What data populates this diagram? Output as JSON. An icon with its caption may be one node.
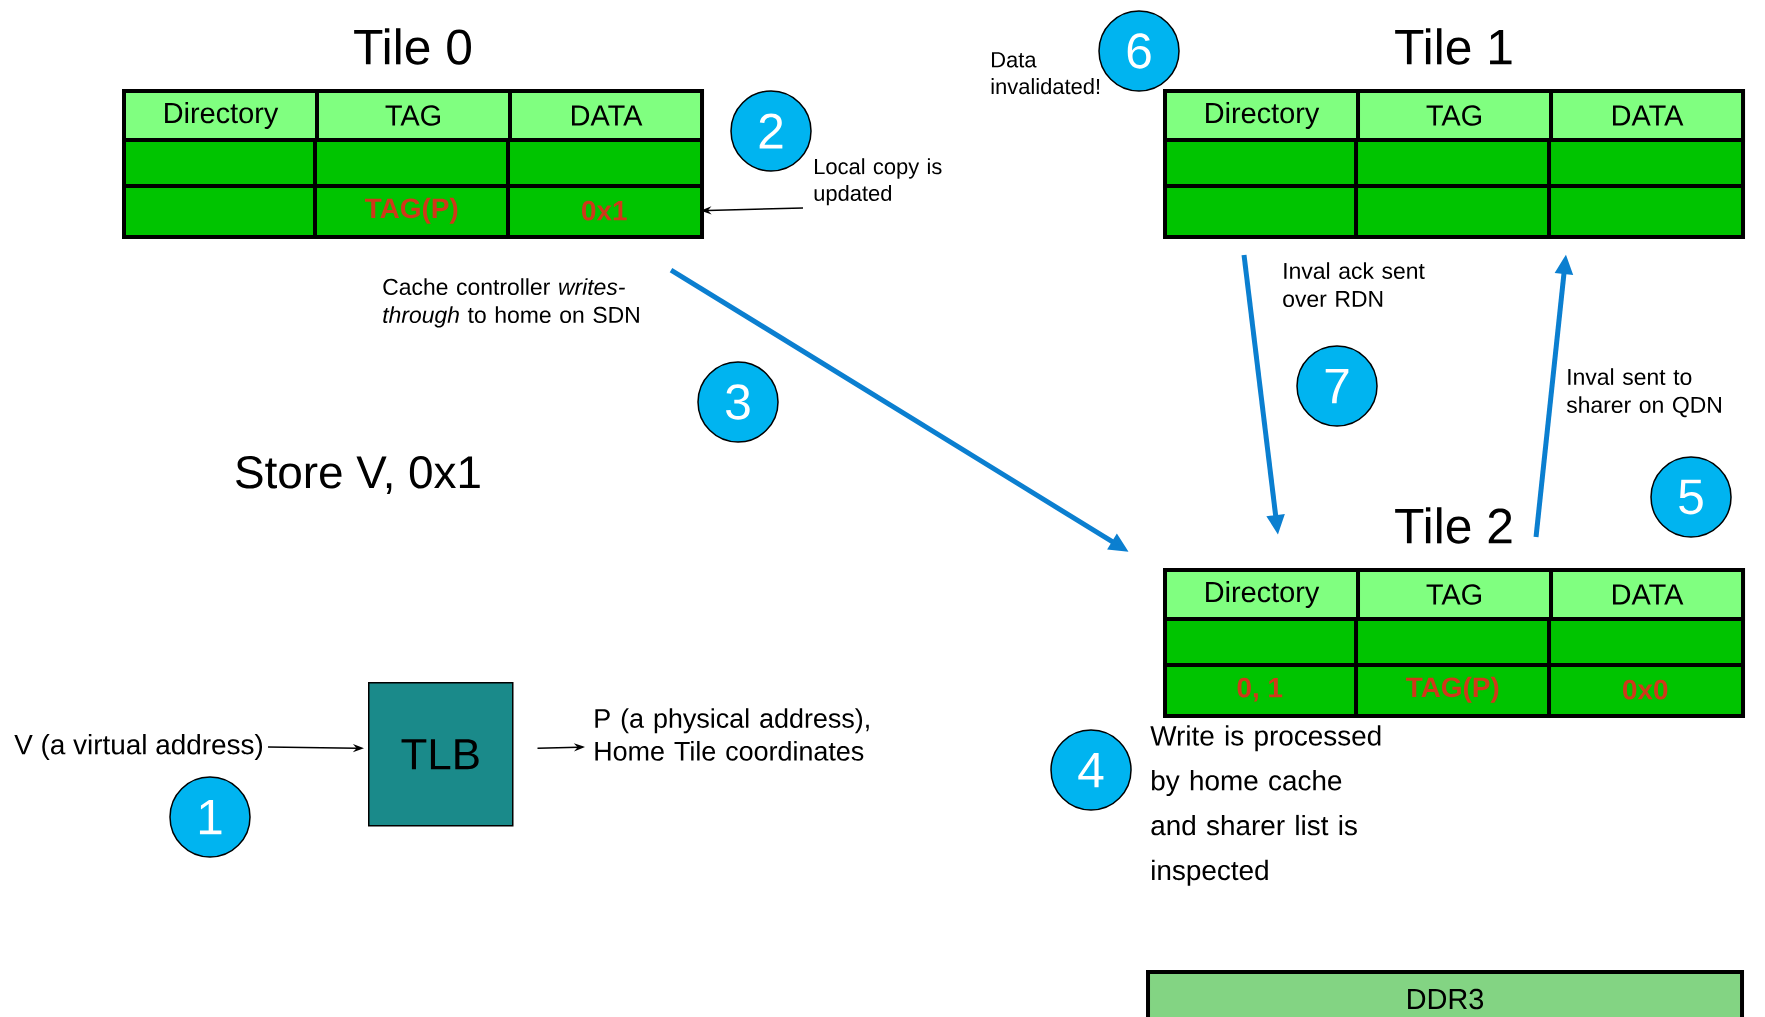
{
  "diagram": {
    "nodes": [
      {
        "text": [
          "Tile 0"
        ]
      },
      {
        "text": [
          "Directory"
        ],
        "in": 0
      },
      {
        "text": [
          "TAG"
        ],
        "in": 0
      },
      {
        "text": [
          "DATA"
        ],
        "in": 0
      },
      {
        "text": [
          "TAG(P)"
        ],
        "in": 0
      },
      {
        "text": [
          "0x1"
        ],
        "in": 0
      },
      {
        "text": [
          "Tile 1"
        ]
      },
      {
        "text": [
          "Directory"
        ],
        "in": 6
      },
      {
        "text": [
          "TAG"
        ],
        "in": 6
      },
      {
        "text": [
          "DATA"
        ],
        "in": 6
      },
      {
        "text": [
          "Tile 2"
        ]
      },
      {
        "text": [
          "Directory"
        ],
        "in": 10
      },
      {
        "text": [
          "TAG"
        ],
        "in": 10
      },
      {
        "text": [
          "DATA"
        ],
        "in": 10
      },
      {
        "text": [
          "0, 1"
        ],
        "in": 10
      },
      {
        "text": [
          "TAG(P)"
        ],
        "in": 10
      },
      {
        "text": [
          "0x0"
        ],
        "in": 10
      },
      {
        "text": [
          "V (a virtual address)"
        ]
      },
      {
        "text": [
          "TLB"
        ]
      },
      {
        "text": [
          "P (a physical address), Home Tile coordinates"
        ]
      },
      {
        "text": [
          "Local copy is updated"
        ]
      },
      {
        "text": [
          "DDR3"
        ]
      },
      {
        "text": [
          "1"
        ]
      },
      {
        "text": [
          "2"
        ]
      },
      {
        "text": [
          "3"
        ]
      },
      {
        "text": [
          "4"
        ]
      },
      {
        "text": [
          "5"
        ]
      },
      {
        "text": [
          "6"
        ]
      },
      {
        "text": [
          "7"
        ]
      }
    ],
    "edges": [
      {
        "from": 17,
        "to": 18,
        "arrow": "to"
      },
      {
        "from": 18,
        "to": 19,
        "arrow": "to"
      },
      {
        "from": 20,
        "to": 5,
        "arrow": "to"
      },
      {
        "from": 0,
        "to": 10,
        "arrow": "to",
        "style": "thick",
        "color": "#0b7fd0"
      },
      {
        "from": 10,
        "to": 6,
        "arrow": "to",
        "style": "thick",
        "color": "#0b7fd0"
      },
      {
        "from": 6,
        "to": 10,
        "arrow": "to",
        "style": "thick",
        "color": "#0b7fd0"
      }
    ],
    "labels": [
      "Data invalidated!",
      "Cache controller *writes-through* to home on SDN",
      "Inval ack sent over RDN",
      "Inval sent to sharer on QDN",
      "Store V, 0x1",
      "Write is processed by home cache and sharer list is inspected"
    ]
  }
}
